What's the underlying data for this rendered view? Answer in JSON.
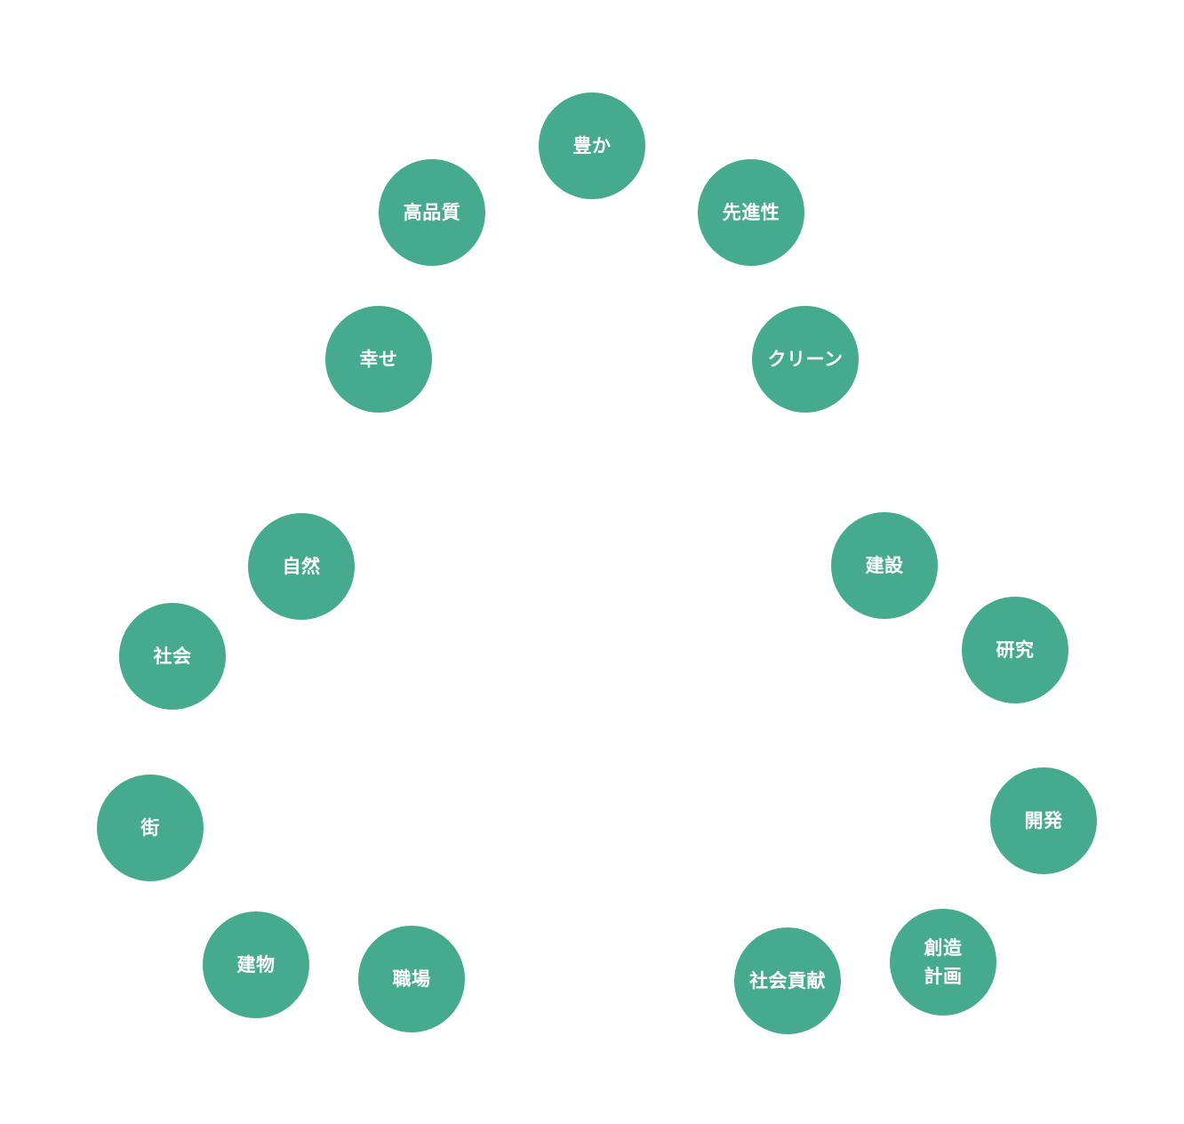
{
  "accent_color": "#46ab8e",
  "text_color": "#ffffff",
  "nodes": [
    {
      "label": "豊か"
    },
    {
      "label": "高品質"
    },
    {
      "label": "先進性"
    },
    {
      "label": "幸せ"
    },
    {
      "label": "クリーン"
    },
    {
      "label": "自然"
    },
    {
      "label": "建設"
    },
    {
      "label": "社会"
    },
    {
      "label": "研究"
    },
    {
      "label": "街"
    },
    {
      "label": "開発"
    },
    {
      "label": "建物"
    },
    {
      "label": "職場"
    },
    {
      "label": "社会貢献"
    },
    {
      "label": "創造\n計画"
    }
  ]
}
